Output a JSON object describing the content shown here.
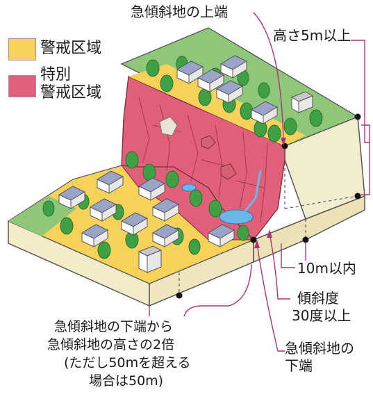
{
  "legend": {
    "warning_label": "警戒区域",
    "special_label_1": "特別",
    "special_label_2": "警戒区域",
    "warning_color": "#f7d25a",
    "special_color": "#e0607a"
  },
  "labels": {
    "slope_top": "急傾斜地の上端",
    "height": "高さ5m以上",
    "within_10m": "10m以内",
    "incline_1": "傾斜度",
    "incline_2": "30度以上",
    "slope_bottom_1": "急傾斜地の",
    "slope_bottom_2": "下端",
    "range_1": "急傾斜地の下端から",
    "range_2": "急傾斜地の高さの2倍",
    "range_3": "(ただし50mを超える",
    "range_4": "場合は50m)"
  },
  "colors": {
    "leader_line": "#b0317a",
    "grass": "#8fc77a",
    "ground_side": "#f2ecc8",
    "cliff_red": "#e0607a",
    "tree_green": "#3fa046"
  }
}
